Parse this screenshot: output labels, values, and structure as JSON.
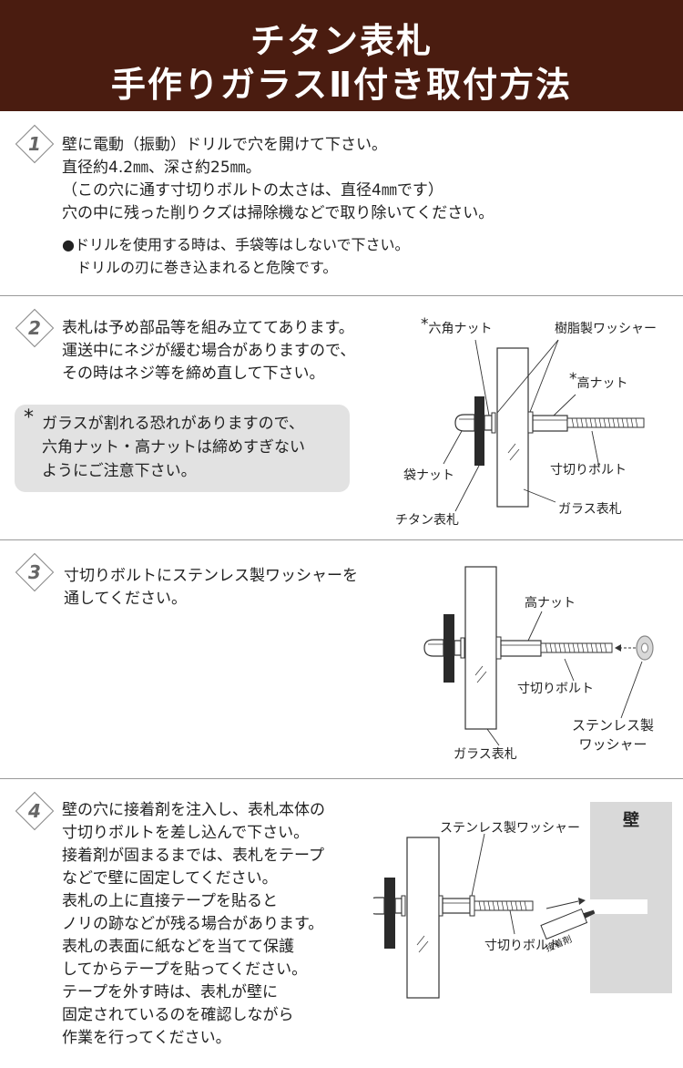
{
  "header": {
    "line1": "チタン表札",
    "line2": "手作りガラスⅡ付き取付方法"
  },
  "steps": [
    {
      "number": "1",
      "lines": [
        "壁に電動（振動）ドリルで穴を開けて下さい。",
        "直径約4.2㎜、深さ約25㎜。",
        "（この穴に通す寸切りボルトの太さは、直径4㎜です）",
        "穴の中に残った削りクズは掃除機などで取り除いてください。"
      ],
      "note_lines": [
        "●ドリルを使用する時は、手袋等はしないで下さい。",
        "　ドリルの刃に巻き込まれると危険です。"
      ]
    },
    {
      "number": "2",
      "lines": [
        "表札は予め部品等を組み立ててあります。",
        "運送中にネジが緩む場合がありますので、",
        "その時はネジ等を締め直して下さい。"
      ],
      "caution": {
        "mark": "*",
        "lines": [
          "ガラスが割れる恐れがありますので、",
          "六角ナット・高ナットは締めすぎない",
          "ようにご注意下さい。"
        ]
      },
      "labels": {
        "hex_nut": "六角ナット",
        "resin_washer": "樹脂製ワッシャー",
        "tall_nut": "高ナット",
        "cap_nut": "袋ナット",
        "bolt": "寸切りボルト",
        "glass": "ガラス表札",
        "titanium": "チタン表札",
        "mark": "*"
      }
    },
    {
      "number": "3",
      "lines": [
        "寸切りボルトにステンレス製ワッシャーを",
        "通してください。"
      ],
      "labels": {
        "tall_nut": "高ナット",
        "bolt": "寸切りボルト",
        "washer_line1": "ステンレス製",
        "washer_line2": "ワッシャー",
        "glass": "ガラス表札"
      }
    },
    {
      "number": "4",
      "lines": [
        "壁の穴に接着剤を注入し、表札本体の",
        "寸切りボルトを差し込んで下さい。",
        "接着剤が固まるまでは、表札をテープ",
        "などで壁に固定してください。",
        "表札の上に直接テープを貼ると",
        "ノリの跡などが残る場合があります。",
        "表札の表面に紙などを当てて保護",
        "してからテープを貼ってください。",
        "テープを外す時は、表札が壁に",
        "固定されているのを確認しながら",
        "作業を行ってください。"
      ],
      "labels": {
        "washer": "ステンレス製ワッシャー",
        "bolt": "寸切りボルト",
        "wall": "壁",
        "adhesive": "接着剤"
      }
    }
  ],
  "colors": {
    "header_bg": "#4a1c10",
    "note_bg": "#e2e2e2",
    "wall_bg": "#d9d9d9"
  }
}
